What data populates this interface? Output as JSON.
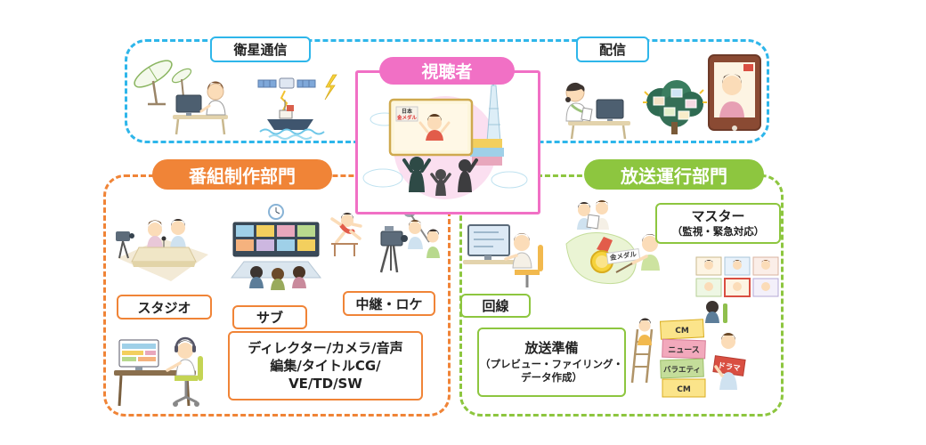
{
  "colors": {
    "cyan": "#2eb6ea",
    "pink": "#f170c5",
    "orange": "#f08437",
    "green": "#8dc63f"
  },
  "transmission": {
    "satellite_label": "衛星通信",
    "distribution_label": "配信"
  },
  "viewer": {
    "label": "視聴者",
    "screen_text_1": "日本",
    "screen_text_2": "金メダル"
  },
  "production": {
    "title": "番組制作部門",
    "studio_label": "スタジオ",
    "sub_label": "サブ",
    "relay_label": "中継・ロケ",
    "staff_lines": [
      "ディレクター/カメラ/音声",
      "編集/タイトルCG/",
      "VE/TD/SW"
    ]
  },
  "operation": {
    "title": "放送運行部門",
    "master_title": "マスター",
    "master_sub": "（監視・緊急対応）",
    "line_label": "回線",
    "prep_title": "放送準備",
    "prep_sub1": "（プレビュー・ファイリング・",
    "prep_sub2": "データ作成）",
    "blocks": [
      "CM",
      "ニュース",
      "バラエティ",
      "CM"
    ],
    "drama_block": "ドラマ",
    "medal_text": "金メダル"
  }
}
